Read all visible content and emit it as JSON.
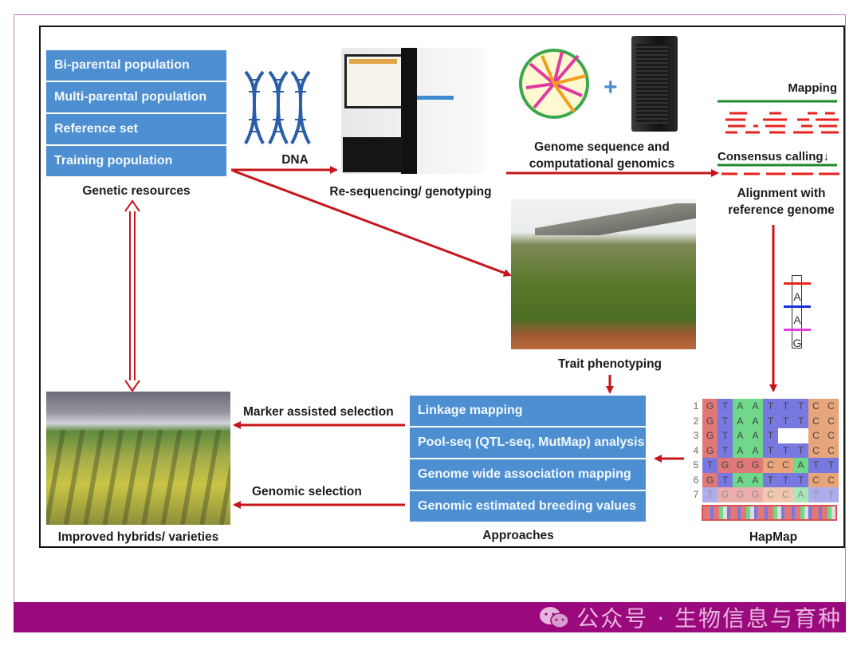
{
  "genetic_resources": {
    "items": [
      "Bi-parental population",
      "Multi-parental population",
      "Reference set",
      "Training population"
    ],
    "caption": "Genetic resources"
  },
  "dna": {
    "label": "DNA"
  },
  "sequencing": {
    "caption": "Re-sequencing/ genotyping"
  },
  "genome": {
    "caption_line1": "Genome sequence and",
    "caption_line2": "computational genomics",
    "plus": "+"
  },
  "alignment": {
    "mapping_label": "Mapping",
    "consensus_label": "Consensus calling",
    "consensus_arrow": "↓",
    "caption_line1": "Alignment with",
    "caption_line2": "reference genome"
  },
  "snp": {
    "alleles": [
      "A",
      "A",
      "G"
    ],
    "colors": [
      "#e8231f",
      "#1a2fd6",
      "#e040e0"
    ]
  },
  "phenotyping": {
    "caption": "Trait phenotyping"
  },
  "approaches": {
    "items": [
      "Linkage mapping",
      "Pool-seq (QTL-seq, MutMap) analysis",
      "Genome wide association mapping",
      "Genomic estimated breeding values"
    ],
    "caption": "Approaches"
  },
  "selection": {
    "mas_label": "Marker assisted selection",
    "gs_label": "Genomic selection"
  },
  "improved": {
    "caption": "Improved hybrids/ varieties"
  },
  "hapmap": {
    "caption": "HapMap",
    "rows": [
      {
        "num": "1",
        "bases": [
          "G",
          "T",
          "A",
          "A",
          "T",
          "T",
          "T",
          "C",
          "C"
        ]
      },
      {
        "num": "2",
        "bases": [
          "G",
          "T",
          "A",
          "A",
          "T",
          "T",
          "T",
          "C",
          "C"
        ]
      },
      {
        "num": "3",
        "bases": [
          "G",
          "T",
          "A",
          "A",
          "T",
          "",
          "",
          "C",
          "C"
        ]
      },
      {
        "num": "4",
        "bases": [
          "G",
          "T",
          "A",
          "A",
          "T",
          "T",
          "T",
          "C",
          "C"
        ]
      },
      {
        "num": "5",
        "bases": [
          "T",
          "G",
          "G",
          "G",
          "C",
          "C",
          "A",
          "T",
          "T"
        ]
      },
      {
        "num": "6",
        "bases": [
          "G",
          "T",
          "A",
          "A",
          "T",
          "T",
          "T",
          "C",
          "C"
        ]
      },
      {
        "num": "7",
        "bases": [
          "T",
          "G",
          "G",
          "G",
          "C",
          "C",
          "A",
          "T",
          "T"
        ]
      }
    ],
    "base_colors": {
      "G": "#e07878",
      "T": "#7878e0",
      "A": "#6fd88a",
      "C": "#e8a57a"
    }
  },
  "colors": {
    "arrow": "#c8151b",
    "box_blue": "#4d8fd1",
    "footer": "#9a0a7c",
    "mapping_green": "#1f8a2a",
    "read_red": "#e8231f"
  },
  "watermark": {
    "text": "公众号 · 生物信息与育种"
  }
}
